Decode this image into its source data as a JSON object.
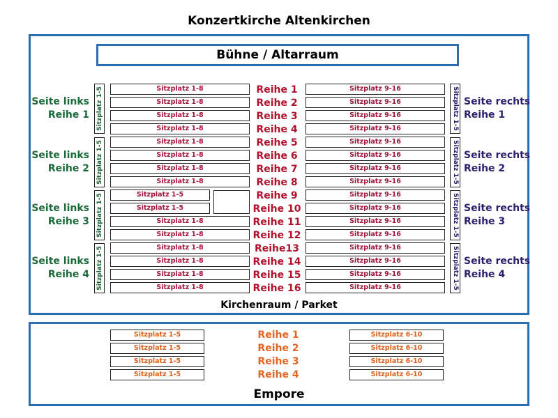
{
  "title": "Konzertkirche Altenkirchen",
  "stage": "Bühne / Altarraum",
  "nave_label": "Kirchenraum / Parket",
  "gallery_label": "Empore",
  "colors": {
    "frame": "#2d6db4",
    "main_seat_text": "#a3133b",
    "main_row": "#b0122c",
    "left_side": "#1c6a3a",
    "right_side": "#2d1f6e",
    "gallery": "#e26624"
  },
  "main_rows": [
    {
      "label": "Reihe 1",
      "left": "Sitzplatz 1-8",
      "right": "Sitzplatz 9-16"
    },
    {
      "label": "Reihe 2",
      "left": "Sitzplatz 1-8",
      "right": "Sitzplatz 9-16"
    },
    {
      "label": "Reihe 3",
      "left": "Sitzplatz 1-8",
      "right": "Sitzplatz 9-16"
    },
    {
      "label": "Reihe 4",
      "left": "Sitzplatz 1-8",
      "right": "Sitzplatz 9-16"
    },
    {
      "label": "Reihe 5",
      "left": "Sitzplatz 1-8",
      "right": "Sitzplatz 9-16"
    },
    {
      "label": "Reihe 6",
      "left": "Sitzplatz 1-8",
      "right": "Sitzplatz 9-16"
    },
    {
      "label": "Reihe 7",
      "left": "Sitzplatz 1-8",
      "right": "Sitzplatz 9-16"
    },
    {
      "label": "Reihe 8",
      "left": "Sitzplatz 1-8",
      "right": "Sitzplatz 9-16"
    },
    {
      "label": "Reihe 9",
      "left": "Sitzplatz 1-5",
      "right": "Sitzplatz 9-16"
    },
    {
      "label": "Reihe 10",
      "left": "Sitzplatz 1-5",
      "right": "Sitzplatz 9-16"
    },
    {
      "label": "Reihe 11",
      "left": "Sitzplatz 1-8",
      "right": "Sitzplatz 9-16"
    },
    {
      "label": "Reihe 12",
      "left": "Sitzplatz 1-8",
      "right": "Sitzplatz 9-16"
    },
    {
      "label": "Reihe13",
      "left": "Sitzplatz 1-8",
      "right": "Sitzplatz 9-16"
    },
    {
      "label": "Reihe 14",
      "left": "Sitzplatz 1-8",
      "right": "Sitzplatz 9-16"
    },
    {
      "label": "Reihe 15",
      "left": "Sitzplatz 1-8",
      "right": "Sitzplatz 9-16"
    },
    {
      "label": "Reihe 16",
      "left": "Sitzplatz 1-8",
      "right": "Sitzplatz 9-16"
    }
  ],
  "side_left": [
    {
      "line1": "Seite links",
      "line2": "Reihe 1",
      "seats": "Sitzplatz 1-5"
    },
    {
      "line1": "Seite links",
      "line2": "Reihe 2",
      "seats": "Sitzplatz 1-5"
    },
    {
      "line1": "Seite links",
      "line2": "Reihe 3",
      "seats": "Sitzplatz 1-5"
    },
    {
      "line1": "Seite links",
      "line2": "Reihe 4",
      "seats": "Sitzplatz 1-5"
    }
  ],
  "side_right": [
    {
      "line1": "Seite rechts",
      "line2": "Reihe 1",
      "seats": "Sitzplatz 1-5"
    },
    {
      "line1": "Seite rechts",
      "line2": "Reihe 2",
      "seats": "Sitzplatz 1-5"
    },
    {
      "line1": "Seite rechts",
      "line2": "Reihe 3",
      "seats": "Sitzplatz 1-5"
    },
    {
      "line1": "Seite rechts",
      "line2": "Reihe 4",
      "seats": "Sitzplatz 1-5"
    }
  ],
  "gallery_rows": [
    {
      "label": "Reihe 1",
      "left": "Sitzplatz 1-5",
      "right": "Sitzplatz 6-10"
    },
    {
      "label": "Reihe 2",
      "left": "Sitzplatz 1-5",
      "right": "Sitzplatz 6-10"
    },
    {
      "label": "Reihe 3",
      "left": "Sitzplatz 1-5",
      "right": "Sitzplatz 6-10"
    },
    {
      "label": "Reihe 4",
      "left": "Sitzplatz 1-5",
      "right": "Sitzplatz 6-10"
    }
  ]
}
